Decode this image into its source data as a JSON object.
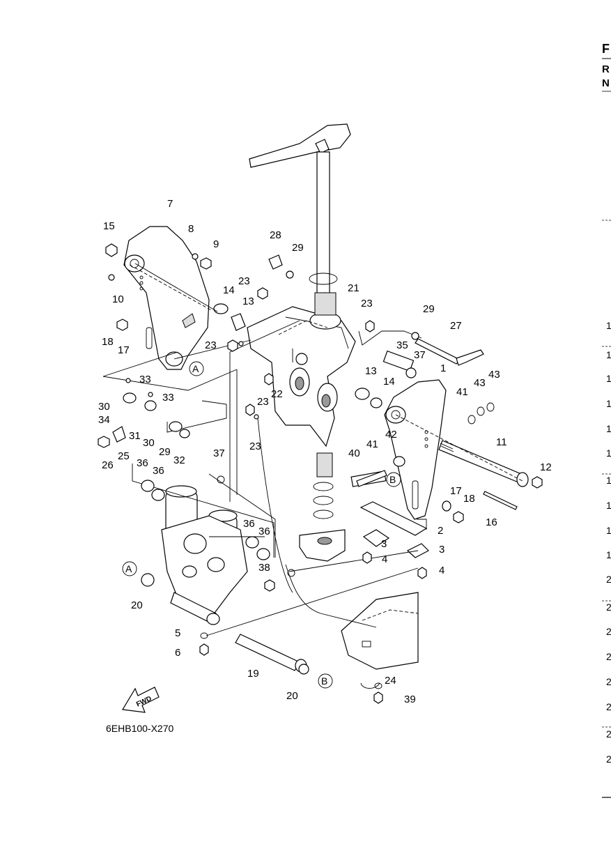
{
  "diagram_code": "6EHB100-X270",
  "fwd_label": "FWD",
  "ref_markers": [
    "A",
    "A",
    "B",
    "B"
  ],
  "right_edge": {
    "header_letters": [
      "F",
      "R",
      "N"
    ],
    "row_digits": [
      "1",
      "1",
      "1",
      "1",
      "1",
      "1",
      "1",
      "1",
      "1",
      "1",
      "2",
      "2",
      "2",
      "2",
      "2",
      "2",
      "2",
      "2"
    ]
  },
  "callouts": [
    "1",
    "2",
    "3",
    "3",
    "4",
    "4",
    "5",
    "6",
    "7",
    "8",
    "9",
    "10",
    "11",
    "12",
    "13",
    "13",
    "14",
    "14",
    "15",
    "16",
    "17",
    "17",
    "18",
    "18",
    "19",
    "20",
    "20",
    "21",
    "22",
    "23",
    "23",
    "23",
    "23",
    "23",
    "24",
    "25",
    "26",
    "27",
    "28",
    "29",
    "29",
    "29",
    "30",
    "30",
    "31",
    "32",
    "33",
    "33",
    "34",
    "35",
    "36",
    "36",
    "36",
    "36",
    "37",
    "37",
    "38",
    "39",
    "40",
    "41",
    "41",
    "42",
    "43",
    "43"
  ]
}
